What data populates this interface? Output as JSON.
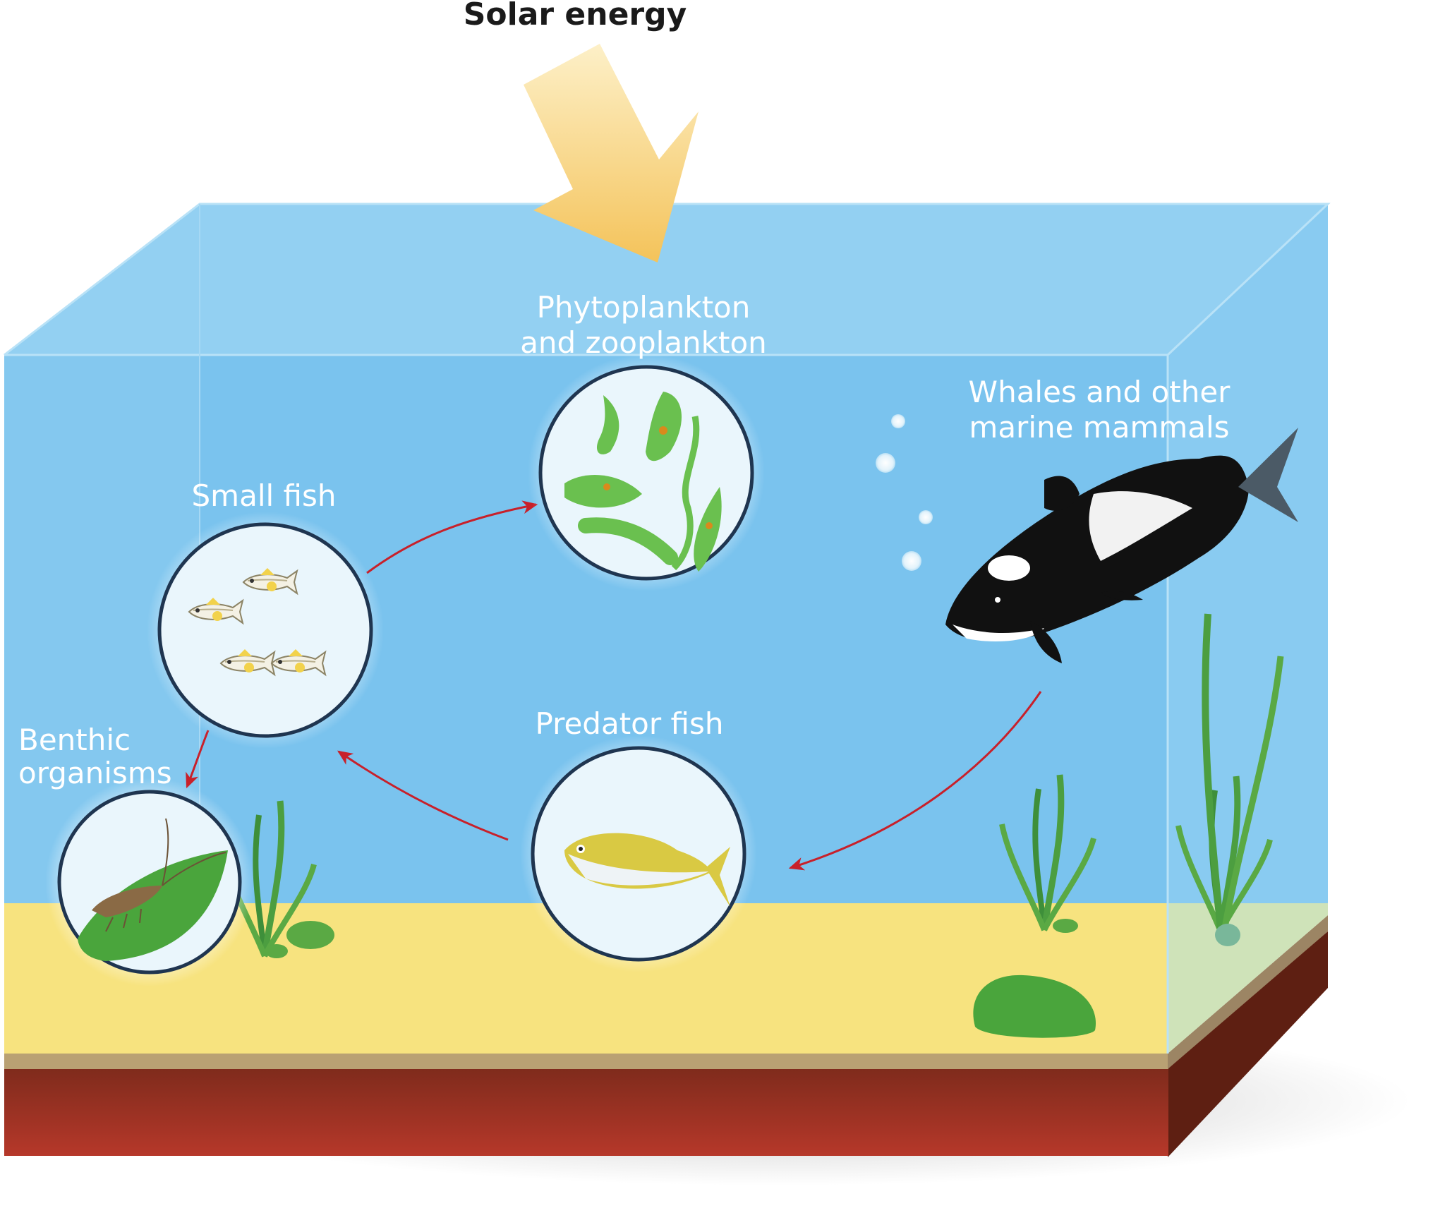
{
  "labels": {
    "solar": "Solar energy",
    "plankton_line1": "Phytoplankton",
    "plankton_line2": "and zooplankton",
    "small_fish": "Small fish",
    "whales_line1": "Whales and other",
    "whales_line2": "marine mammals",
    "predator_fish": "Predator fish",
    "benthic_line1": "Benthic",
    "benthic_line2": "organisms"
  },
  "colors": {
    "water_front": "#79c3ee",
    "water_top": "#93d0f2",
    "water_side": "#8ccdf2",
    "sand": "#f7e37f",
    "soil_front": "#a83222",
    "soil_side": "#6b2316",
    "sun_arrow": "#f6cf7a",
    "arrow_red": "#c8202a",
    "plant_green": "#5aa944",
    "circle_border": "#1f3550"
  }
}
